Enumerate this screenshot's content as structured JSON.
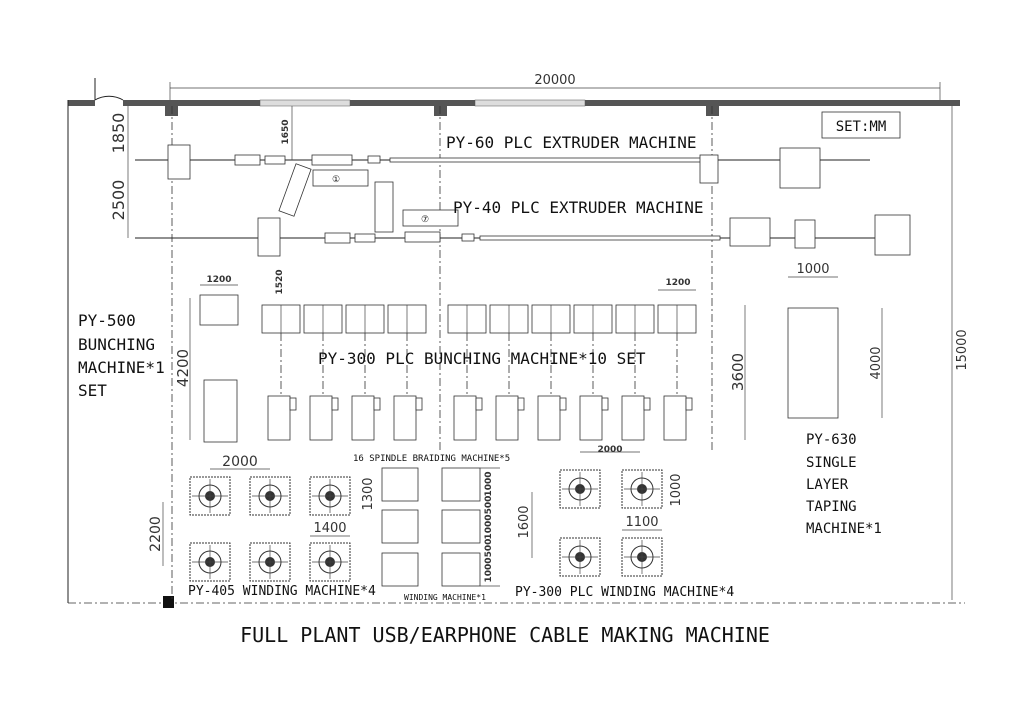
{
  "title": "FULL PLANT USB/EARPHONE CABLE MAKING MACHINE",
  "units_label": "SET:MM",
  "dimensions": {
    "total_width": "20000",
    "total_depth": "15000",
    "wall_to_line1": "1850",
    "line1_to_line2": "2500",
    "reel_offset": "1650",
    "py500_width": "1200",
    "bunch_offset": "1520",
    "bunch_right_width": "1200",
    "bunch_depth_left": "4200",
    "bunch_depth_right": "3600",
    "taping_width": "1000",
    "taping_depth": "4000",
    "winding405_pitch_x": "2000",
    "winding405_pitch_y": "2200",
    "winding405_depth": "1300",
    "winding405_width": "1400",
    "braid_dims": [
      "1000",
      "500",
      "1000",
      "500",
      "1000"
    ],
    "winding300_pitch_x": "2000",
    "winding300_pitch_y": "1600",
    "winding300_depth": "1000",
    "winding300_width": "1100"
  },
  "labels": {
    "extruder60": "PY-60 PLC EXTRUDER MACHINE",
    "extruder40": "PY-40 PLC EXTRUDER MACHINE",
    "bunching300": "PY-300 PLC BUNCHING MACHINE*10 SET",
    "bunching500": [
      "PY-500",
      "BUNCHING",
      "MACHINE*1",
      "SET"
    ],
    "taping630": [
      "PY-630",
      "SINGLE",
      "LAYER",
      "TAPING",
      "MACHINE*1"
    ],
    "braiding": "16 SPINDLE BRAIDING MACHINE*5",
    "winding405": "PY-405 WINDING MACHINE*4",
    "winding1": "WINDING MACHINE*1",
    "winding300": "PY-300 PLC WINDING MACHINE*4",
    "marker1": "①",
    "marker7": "⑦"
  }
}
